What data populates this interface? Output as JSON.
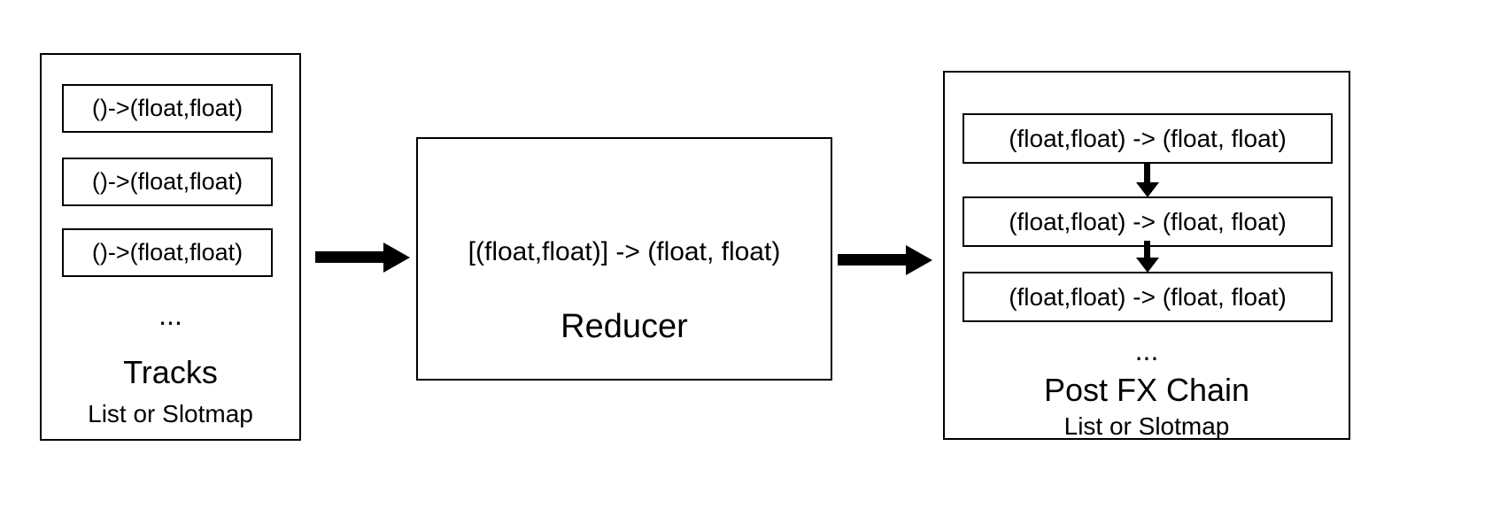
{
  "diagram": {
    "tracks": {
      "items": [
        "()-&gt;(float,float)",
        "()->(float,float)",
        "()->(float,float)"
      ],
      "item_0": "()->(float,float)",
      "item_1": "()->(float,float)",
      "item_2": "()->(float,float)",
      "ellipsis": "...",
      "title": "Tracks",
      "subtitle": "List or Slotmap"
    },
    "reducer": {
      "signature": "[(float,float)] -> (float, float)",
      "title": "Reducer"
    },
    "postfx": {
      "item_0": "(float,float) -> (float, float)",
      "item_1": "(float,float) -> (float, float)",
      "item_2": "(float,float) -> (float, float)",
      "ellipsis": "...",
      "title": "Post FX Chain",
      "subtitle": "List or Slotmap"
    },
    "colors": {
      "border": "#000000",
      "background": "#ffffff",
      "arrow": "#000000"
    }
  }
}
